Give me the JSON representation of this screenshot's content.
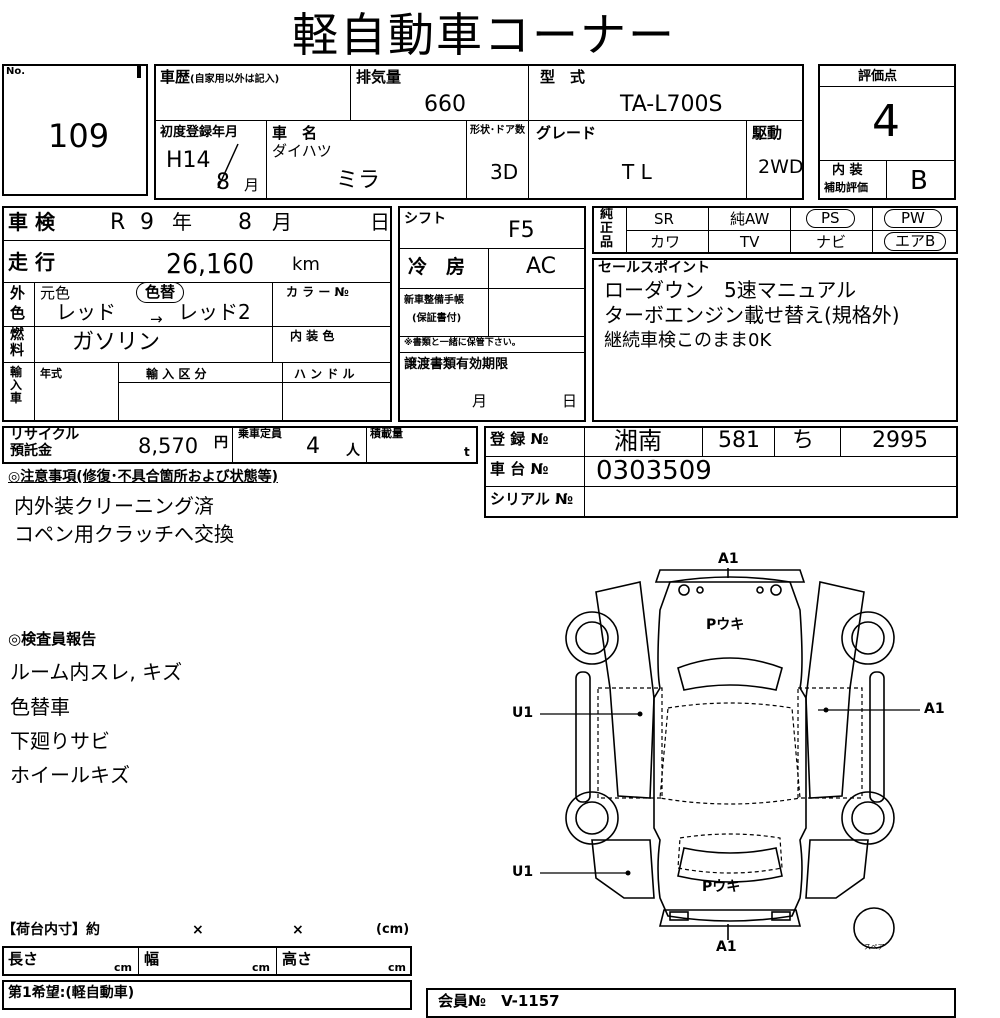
{
  "title": "軽自動車コーナー",
  "no": {
    "label": "No.",
    "value": "109"
  },
  "history": {
    "label": "車歴",
    "note": "(自家用以外は記入)",
    "value": ""
  },
  "displacement": {
    "label": "排気量",
    "value": "660"
  },
  "model": {
    "label": "型　式",
    "value": "TA-L700S"
  },
  "score": {
    "label": "評価点",
    "value": "4",
    "interior_label_1": "内 装",
    "interior_label_2": "補助評価",
    "interior_value": "B"
  },
  "first_reg": {
    "label": "初度登録年月",
    "era": "H14",
    "month": "8",
    "month_unit": "月"
  },
  "car_name": {
    "label": "車　名",
    "maker": "ダイハツ",
    "value": "ミラ"
  },
  "doors": {
    "label": "形状･ドア数",
    "value": "3D"
  },
  "grade": {
    "label": "グレード",
    "value": "T L"
  },
  "drive": {
    "label": "駆動",
    "value": "2WD"
  },
  "inspection": {
    "label": "車 検",
    "era": "R",
    "year": "9",
    "year_unit": "年",
    "month": "8",
    "month_unit": "月",
    "day_unit": "日"
  },
  "shift": {
    "label": "シフト",
    "value": "F5"
  },
  "equipment": {
    "side_label": "純正品",
    "row1": [
      "SR",
      "純AW",
      "PS",
      "PW"
    ],
    "row2": [
      "カワ",
      "TV",
      "ナビ",
      "エアB"
    ]
  },
  "mileage": {
    "label": "走 行",
    "value": "26,160",
    "unit": "km"
  },
  "aircon": {
    "label": "冷　房",
    "value": "AC"
  },
  "sales_points": {
    "label": "セールスポイント",
    "lines": [
      "ローダウン　5速マニュアル",
      "ターボエンジン載せ替え(規格外)",
      "継続車検このまま0K"
    ]
  },
  "color": {
    "label_1": "外",
    "label_2": "色",
    "orig_label": "元色",
    "repaint_badge": "色替",
    "orig_value": "レッド",
    "arrow": "→",
    "new_value": "レッド2",
    "color_no_label": "カ ラ ー №"
  },
  "new_car_manual": {
    "label_1": "新車整備手帳",
    "label_2": "(保証書付)",
    "note": "※書類と一緒に保管下さい。"
  },
  "fuel": {
    "label_1": "燃",
    "label_2": "料",
    "value": "ガソリン",
    "interior_color_label": "内 装 色"
  },
  "import": {
    "label": "輸入車",
    "year_label": "年式",
    "class_label": "輸 入 区 分",
    "handle_label": "ハ ン ド ル"
  },
  "transfer_doc": {
    "label": "譲渡書類有効期限",
    "month_unit": "月",
    "day_unit": "日"
  },
  "recycle": {
    "label_1": "リサイクル",
    "label_2": "預託金",
    "value": "8,570",
    "unit": "円"
  },
  "capacity": {
    "label": "乗車定員",
    "value": "4",
    "unit": "人"
  },
  "load": {
    "label": "積載量",
    "unit": "t"
  },
  "registration": {
    "label": "登 録 №",
    "area": "湘南",
    "class": "581",
    "kana": "ち",
    "number": "2995"
  },
  "chassis": {
    "label": "車 台 №",
    "value": "0303509"
  },
  "serial": {
    "label": "シリアル №",
    "value": ""
  },
  "notes": {
    "label": "◎注意事項(修復･不具合箇所および状態等)",
    "lines": [
      "内外装クリーニング済",
      "コペン用クラッチへ交換"
    ]
  },
  "inspector": {
    "label": "◎検査員報告",
    "lines": [
      "ルーム内スレ, キズ",
      "色替車",
      "下廻りサビ",
      "ホイールキズ"
    ]
  },
  "diagram": {
    "top": "A1",
    "bottom": "A1",
    "hood": "Pウキ",
    "rear": "Pウキ",
    "left_front": "U1",
    "left_rear": "U1",
    "right": "A1",
    "spare": "スペア"
  },
  "cargo": {
    "label": "【荷台内寸】約",
    "x1": "×",
    "x2": "×",
    "cm": "(cm)",
    "length": "長さ",
    "width": "幅",
    "height": "高さ",
    "unit": "cm"
  },
  "wish": {
    "label": "第1希望",
    "value": ":(軽自動車)"
  },
  "member": {
    "label": "会員№",
    "value": "V-1157"
  }
}
